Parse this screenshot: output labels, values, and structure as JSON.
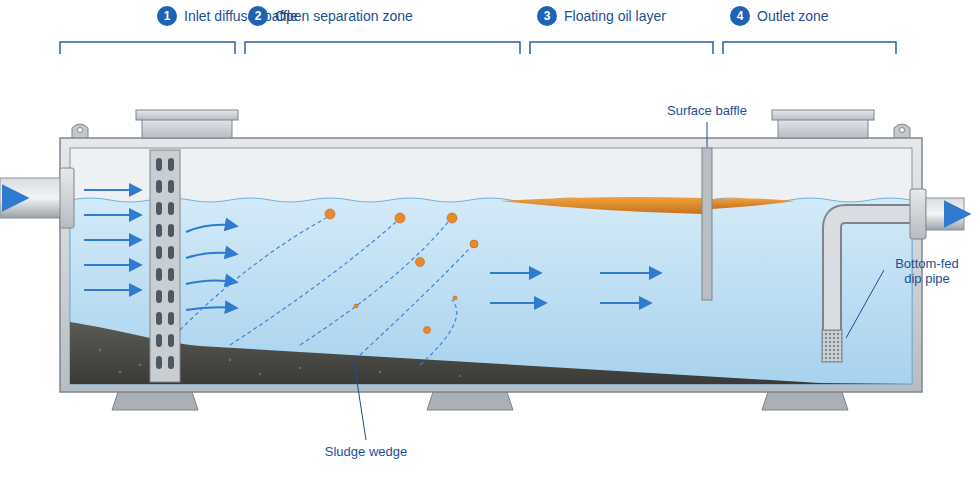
{
  "diagram": {
    "nodes": [
      {
        "text": [
          "1",
          "Inlet diffuser baffle"
        ]
      },
      {
        "text": [
          "2",
          "Open separation zone"
        ]
      },
      {
        "text": [
          "3",
          "Floating oil layer"
        ]
      },
      {
        "text": [
          "4",
          "Outlet zone"
        ]
      }
    ],
    "labels": [
      "Surface baffle",
      "Bottom-fed dip pipe",
      "Sludge wedge"
    ]
  }
}
